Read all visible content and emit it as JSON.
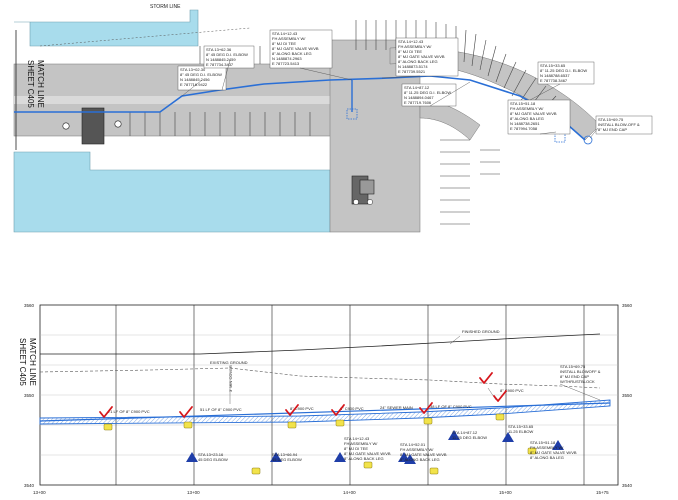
{
  "plan": {
    "top_label": "STORM LINE",
    "match_line": [
      "MATCH LINE",
      "SHEET C405"
    ],
    "callouts": [
      {
        "id": "c1",
        "lines": [
          "STA 13+02.30",
          "8\" 45 DEG D.I. ELBOW",
          "N 1488845.2456",
          "E 787716.9422"
        ]
      },
      {
        "id": "c2",
        "lines": [
          "STA 13+62.36",
          "8\" 45 DEG D.I. ELBOW",
          "N 1488845.2459",
          "E 787734.3437"
        ]
      },
      {
        "id": "c3",
        "lines": [
          "STA 14+12.43",
          "FH ASSEMBLY W/",
          "8\" MJ DI TEE",
          "8\" MJ GATE VALVE W/VB",
          "8\" ALONG BACK LEG",
          "N 1488874.2963",
          "E 787723.5413"
        ]
      },
      {
        "id": "c4",
        "lines": [
          "STA 14+12.43",
          "FH ASSEMBLY W/",
          "8\" MJ DI TEE",
          "8\" MJ GATE VALVE W/VB",
          "8\" ALONG BACK LEG",
          "N 1488873.5174",
          "E 787739.5521"
        ]
      },
      {
        "id": "c5",
        "lines": [
          "STA 14+87.12",
          "8\" 11.25 DEG D.I. ELBOW",
          "N 1488894.0467",
          "E 787719.7606"
        ]
      },
      {
        "id": "c6",
        "lines": [
          "STA 15+33.65",
          "8\" 11.25 DEG D.I. ELBOW",
          "N 1488788.6537",
          "E 787738.3467"
        ]
      },
      {
        "id": "c7",
        "lines": [
          "STA 15+51.18",
          "FH ASSEMBLY W/",
          "8\" MJ GATE VALVE W/VB",
          "8\" ALONG BA LEG",
          "N 1488738.2651",
          "E 787994.7058"
        ]
      },
      {
        "id": "c8",
        "lines": [
          "STA 15+69.75",
          "INSTALL BLOW-OFF &",
          "8\" MJ END CAP"
        ]
      }
    ]
  },
  "profile": {
    "match_line": [
      "MATCH LINE",
      "SHEET C405"
    ],
    "elevations_left": [
      "3560",
      "3550",
      "3540"
    ],
    "elevations_right": [
      "3560",
      "3550",
      "3540"
    ],
    "stations": [
      "13+00",
      "13+00",
      "14+00",
      "15+00",
      "15+75"
    ],
    "labels": {
      "finished_ground": "FINISHED GROUND",
      "existing_ground": "EXISTING GROUND",
      "vertical_note": "3' MIN COVER",
      "pipe_1": "71 LF OF 8\" C900 PVC",
      "pipe_2": "51 LF OF 8\" C900 PVC",
      "pipe_3": "8\" C900 PVC",
      "pipe_4": "8\" C900 PVC",
      "pipe_5": "24\" SEWER MAIN",
      "pipe_6": "38 LF OF 8\" C900 PVC",
      "pipe_7": "8\" C900 PVC",
      "end_1": "STA 15+69.75",
      "end_2": "INSTALL BLOWOFF &",
      "end_3": "8\" MJ END CAP",
      "end_4": "W/THRUSTBLOCK"
    },
    "stations_callouts": [
      {
        "id": "s1",
        "lines": [
          "STA 13+23.16",
          "45 DEG ELBOW"
        ]
      },
      {
        "id": "s2",
        "lines": [
          "STA 13+66.94",
          "45 DEG ELBOW"
        ]
      },
      {
        "id": "s3",
        "lines": [
          "STA 14+12.43",
          "FH ASSEMBLY W/",
          "8\" MJ DI TEE",
          "8\" MJ GATE VALVE W/VB",
          "8\" ALONG BACK LEG"
        ]
      },
      {
        "id": "s4",
        "lines": [
          "STA 14+52.01",
          "FH ASSEMBLY W/",
          "8\" MJ GATE VALVE W/VB",
          "8\" ALONG BACK LEG"
        ]
      },
      {
        "id": "s5",
        "lines": [
          "STA 14+87.12",
          "11.25 DEG ELBOW"
        ]
      },
      {
        "id": "s6",
        "lines": [
          "STA 15+33.65",
          "11.25 ELBOW"
        ]
      },
      {
        "id": "s7",
        "lines": [
          "STA 15+51.18",
          "FH ASSEMBLY W/",
          "8\" MJ GATE VALVE W/VB",
          "8\" ALONG BA LEG"
        ]
      }
    ]
  },
  "colors": {
    "water_line": "#2a6fd6",
    "pond": "#a8dcec",
    "pavement": "#c4c4c4",
    "check": "#d6161c",
    "triangle": "#1f3ea8",
    "note": "#f2e34a"
  }
}
